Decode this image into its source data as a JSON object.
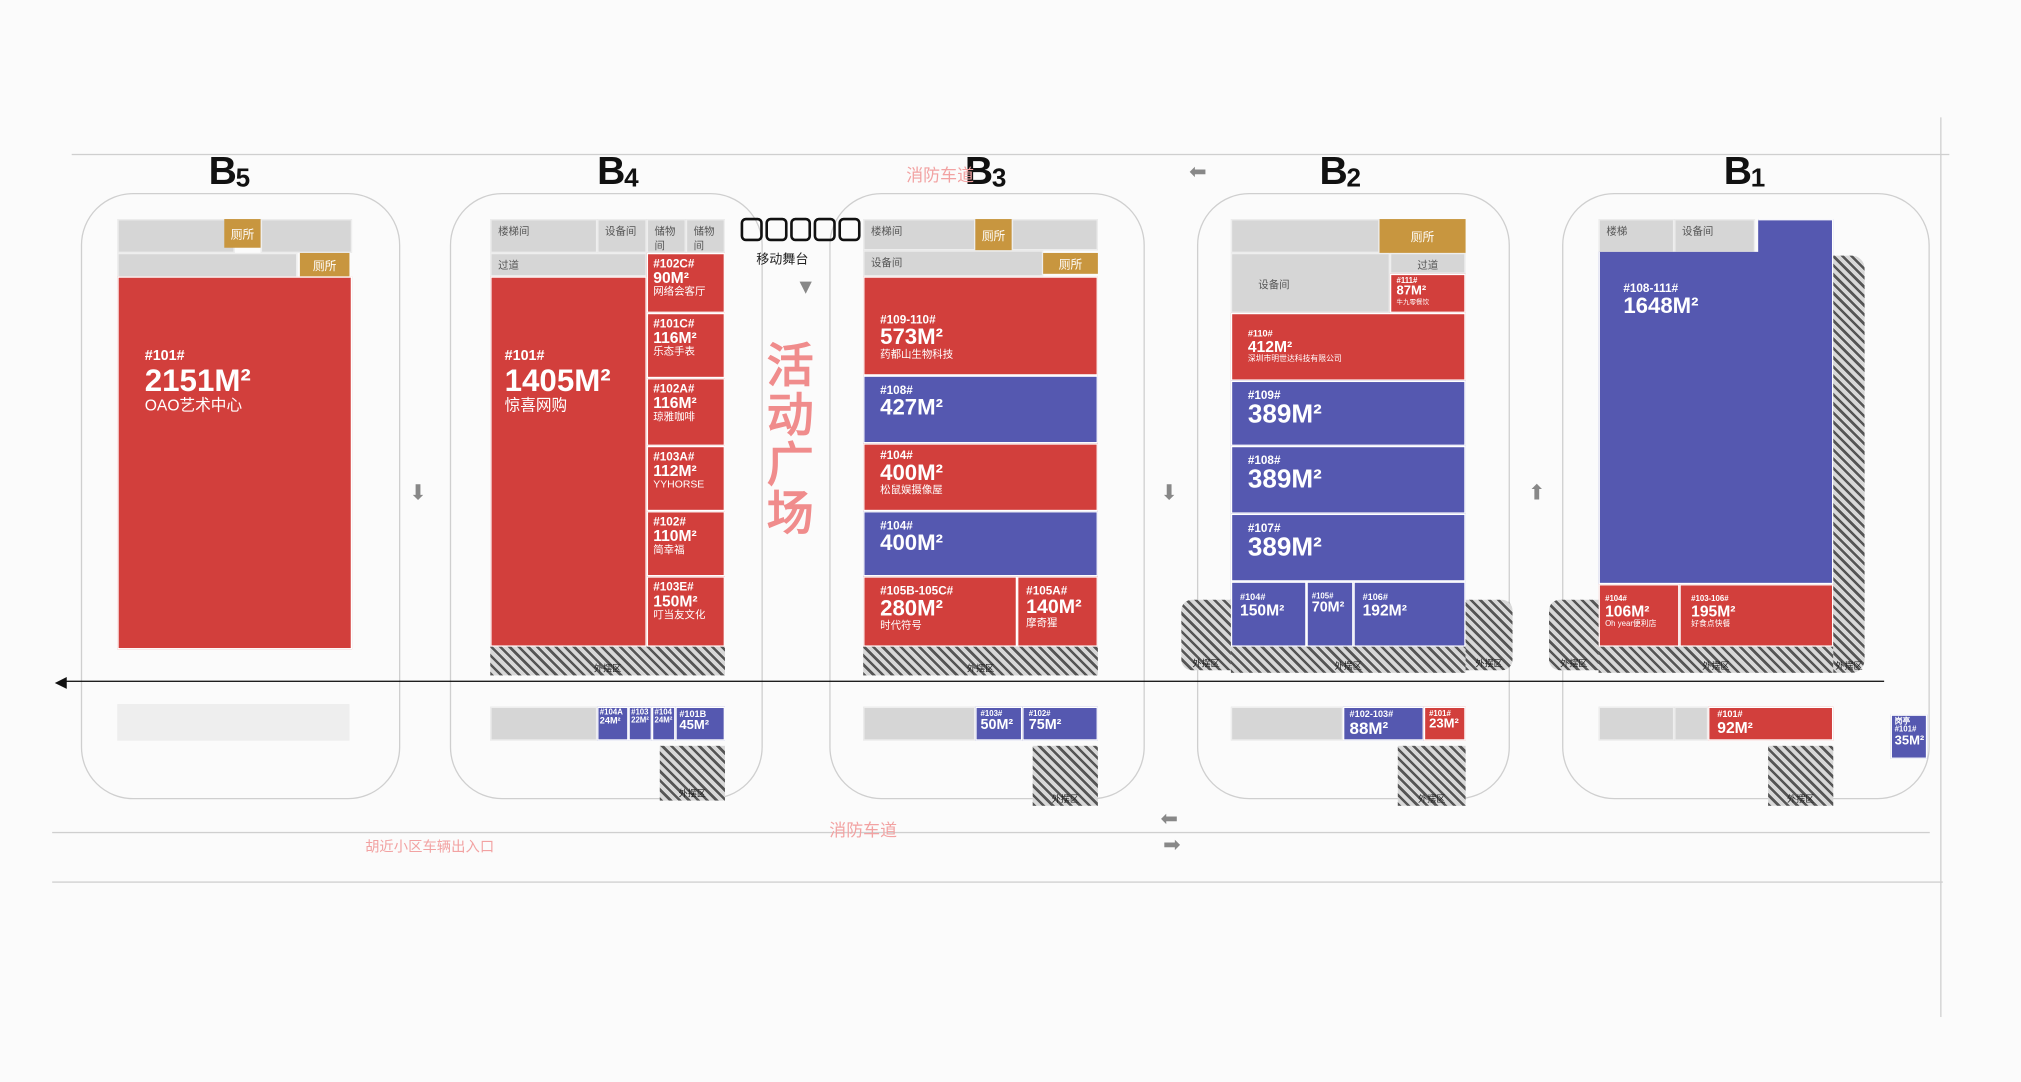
{
  "buildings": {
    "b5": {
      "label": "B",
      "num": "5"
    },
    "b4": {
      "label": "B",
      "num": "4"
    },
    "b3": {
      "label": "B",
      "num": "3"
    },
    "b2": {
      "label": "B",
      "num": "2"
    },
    "b1": {
      "label": "B",
      "num": "1"
    }
  },
  "plaza": {
    "title": "活动广场",
    "stage": "移动舞台"
  },
  "rooms": {
    "toilet": "厕所",
    "stair": "楼梯间",
    "equip": "设备间",
    "storage": "储物间",
    "corridor": "过道",
    "stairs": "楼梯",
    "outdoor": "外摆区"
  },
  "roads": {
    "fire_lane": "消防车道",
    "exit": "胡近小区车辆出入口"
  },
  "units": {
    "b5_101": {
      "no": "#101#",
      "area": "2151M²",
      "name": "OAO艺术中心"
    },
    "b4_101": {
      "no": "#101#",
      "area": "1405M²",
      "name": "惊喜网购"
    },
    "b4_102c": {
      "no": "#102C#",
      "area": "90M²",
      "name": "网络会客厅"
    },
    "b4_101c": {
      "no": "#101C#",
      "area": "116M²",
      "name": "乐态手表"
    },
    "b4_102a": {
      "no": "#102A#",
      "area": "116M²",
      "name": "琼雅咖啡"
    },
    "b4_103a": {
      "no": "#103A#",
      "area": "112M²",
      "name": "YYHORSE"
    },
    "b4_102": {
      "no": "#102#",
      "area": "110M²",
      "name": "简幸福"
    },
    "b4_103e": {
      "no": "#103E#",
      "area": "150M²",
      "name": "叮当友文化"
    },
    "b4_104a": {
      "no": "#104A",
      "area": "24M²"
    },
    "b4_103s": {
      "no": "#103",
      "area": "22M²"
    },
    "b4_104s": {
      "no": "#104",
      "area": "24M²"
    },
    "b4_101b": {
      "no": "#101B",
      "area": "45M²"
    },
    "b3_109": {
      "no": "#109-110#",
      "area": "573M²",
      "name": "药都山生物科技"
    },
    "b3_108": {
      "no": "#108#",
      "area": "427M²"
    },
    "b3_104a": {
      "no": "#104#",
      "area": "400M²",
      "name": "松鼠娱摄像屋"
    },
    "b3_104b": {
      "no": "#104#",
      "area": "400M²"
    },
    "b3_105b": {
      "no": "#105B-105C#",
      "area": "280M²",
      "name": "时代符号"
    },
    "b3_105a": {
      "no": "#105A#",
      "area": "140M²",
      "name": "摩奇猩"
    },
    "b3_103s": {
      "no": "#103#",
      "area": "50M²"
    },
    "b3_102s": {
      "no": "#102#",
      "area": "75M²"
    },
    "b2_111": {
      "no": "#111#",
      "area": "87M²",
      "name": "牛九零餐饮"
    },
    "b2_110": {
      "no": "#110#",
      "area": "412M²",
      "name": "深圳市明世达科技有限公司"
    },
    "b2_109": {
      "no": "#109#",
      "area": "389M²"
    },
    "b2_108": {
      "no": "#108#",
      "area": "389M²"
    },
    "b2_107": {
      "no": "#107#",
      "area": "389M²"
    },
    "b2_104": {
      "no": "#104#",
      "area": "150M²"
    },
    "b2_105": {
      "no": "#105#",
      "area": "70M²"
    },
    "b2_106": {
      "no": "#106#",
      "area": "192M²"
    },
    "b2_102": {
      "no": "#102-103#",
      "area": "88M²"
    },
    "b2_101": {
      "no": "#101#",
      "area": "23M²"
    },
    "b1_108": {
      "no": "#108-111#",
      "area": "1648M²"
    },
    "b1_104": {
      "no": "#104#",
      "area": "106M²",
      "name": "Oh year便利店"
    },
    "b1_103": {
      "no": "#103-106#",
      "area": "195M²",
      "name": "好食点快餐"
    },
    "b1_101": {
      "no": "#101#",
      "area": "92M²"
    },
    "b1_kiosk": {
      "no": "岗亭 #101#",
      "area": "35M²"
    }
  }
}
